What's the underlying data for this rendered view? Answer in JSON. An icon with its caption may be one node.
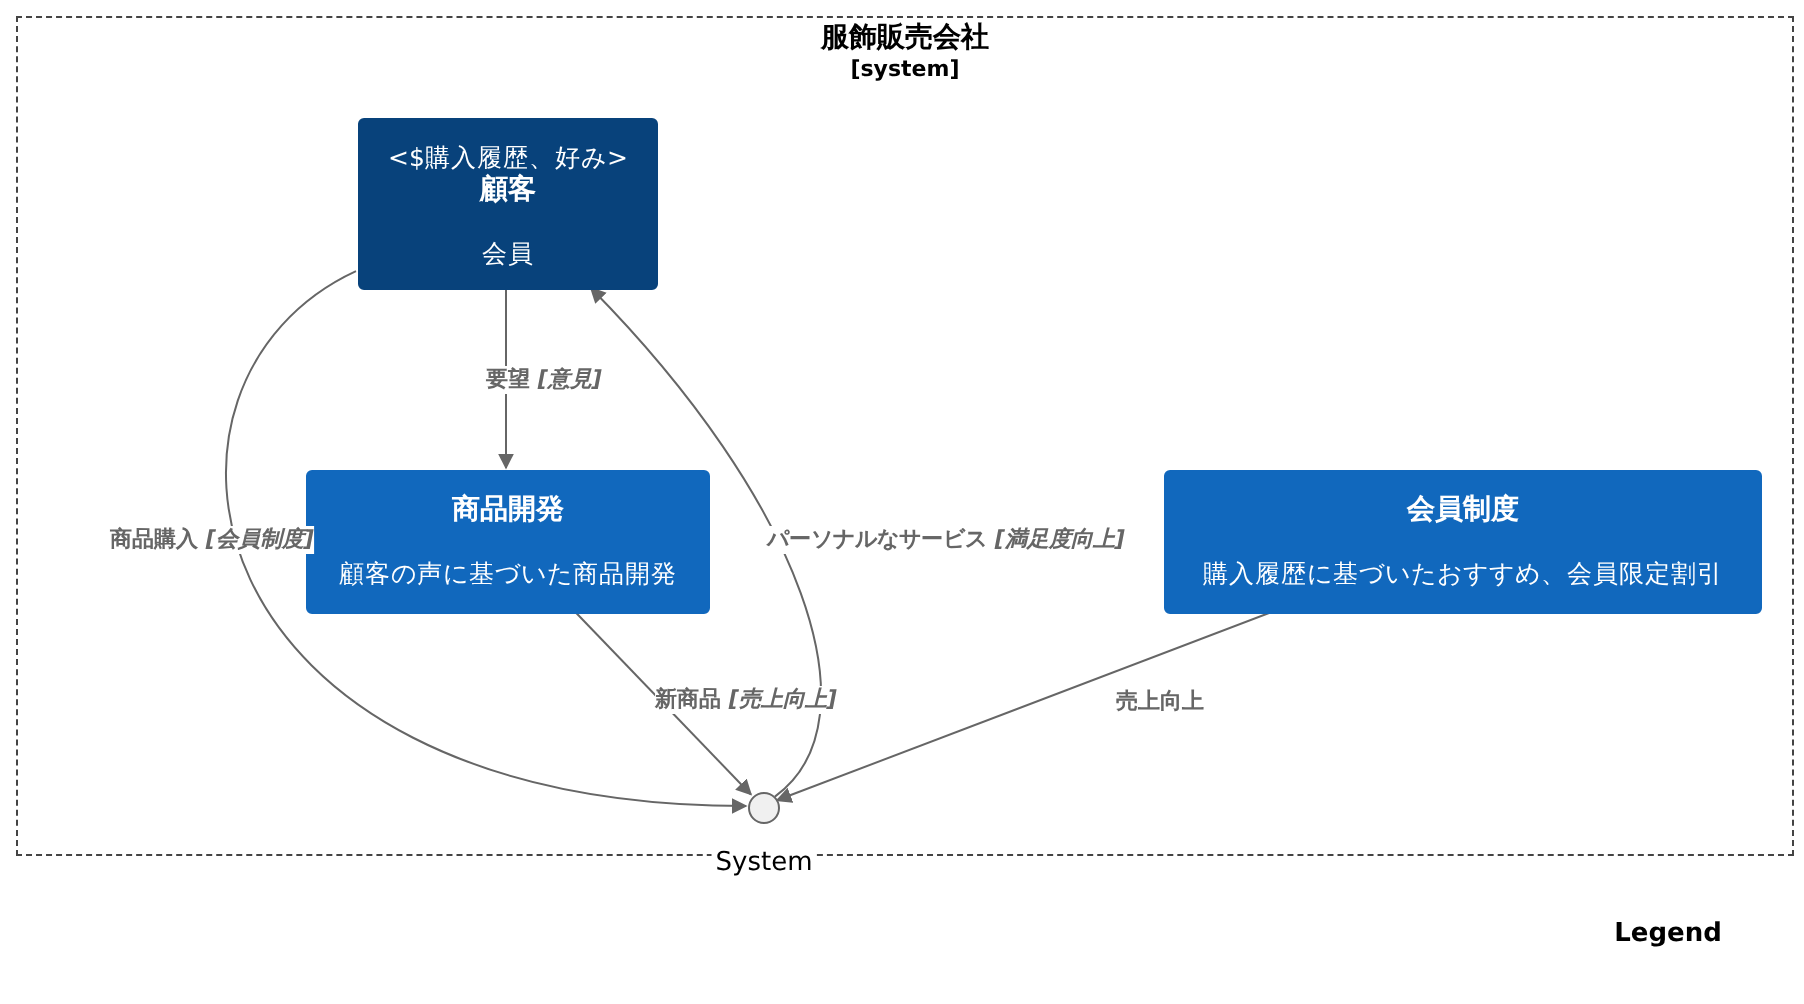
{
  "diagram": {
    "nodes": [
      {
        "text": [
          "服飾販売会社",
          "[system]"
        ]
      },
      {
        "text": [
          "<$購入履歴、好み>",
          "顧客",
          "会員"
        ],
        "in": 0
      },
      {
        "text": [
          "商品開発",
          "顧客の声に基づいた商品開発"
        ],
        "in": 0
      },
      {
        "text": [
          "会員制度",
          "購入履歴に基づいたおすすめ、会員限定割引"
        ],
        "in": 0
      },
      {
        "text": [],
        "shape": "circle",
        "in": 0,
        "beside": [
          "System"
        ]
      }
    ],
    "edges": [
      {
        "from": 1,
        "to": 2,
        "arrow": "to",
        "label": "要望 *[意見]*"
      },
      {
        "from": 1,
        "to": 4,
        "arrow": "to",
        "label": "商品購入 *[会員制度]*"
      },
      {
        "from": 4,
        "to": 1,
        "arrow": "to",
        "label": "パーソナルなサービス *[満足度向上]*"
      },
      {
        "from": 2,
        "to": 4,
        "arrow": "to",
        "label": "新商品 *[売上向上]*"
      },
      {
        "from": 3,
        "to": 4,
        "arrow": "to",
        "label": "売上向上"
      }
    ],
    "labels": [
      "Legend"
    ]
  }
}
